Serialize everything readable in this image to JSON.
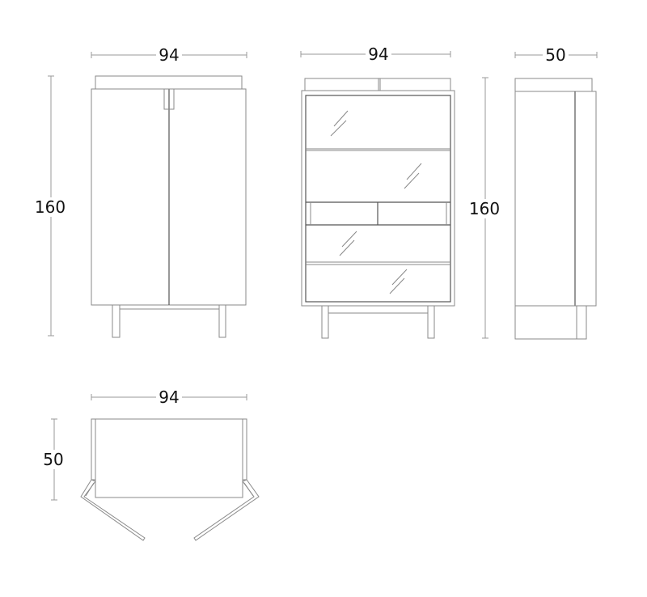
{
  "dimensions": {
    "front_closed_width": "94",
    "front_closed_height": "160",
    "front_open_width": "94",
    "side_depth": "50",
    "side_height": "160",
    "top_view_width": "94",
    "top_view_depth": "50"
  },
  "colors": {
    "line": "#8a8a8a",
    "text": "#111111",
    "background": "#ffffff"
  }
}
